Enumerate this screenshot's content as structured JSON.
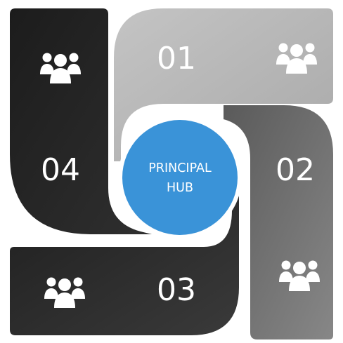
{
  "hub": {
    "line1": "PRINCIPAL",
    "line2": "HUB",
    "color": "#3a93d8"
  },
  "blades": [
    {
      "number": "01",
      "icon": "group-icon",
      "color": "#b5b5b5"
    },
    {
      "number": "02",
      "icon": "group-icon",
      "color": "#6d6d6d"
    },
    {
      "number": "03",
      "icon": "group-icon",
      "color": "#2b2b2b"
    },
    {
      "number": "04",
      "icon": "group-icon",
      "color": "#222222"
    }
  ]
}
